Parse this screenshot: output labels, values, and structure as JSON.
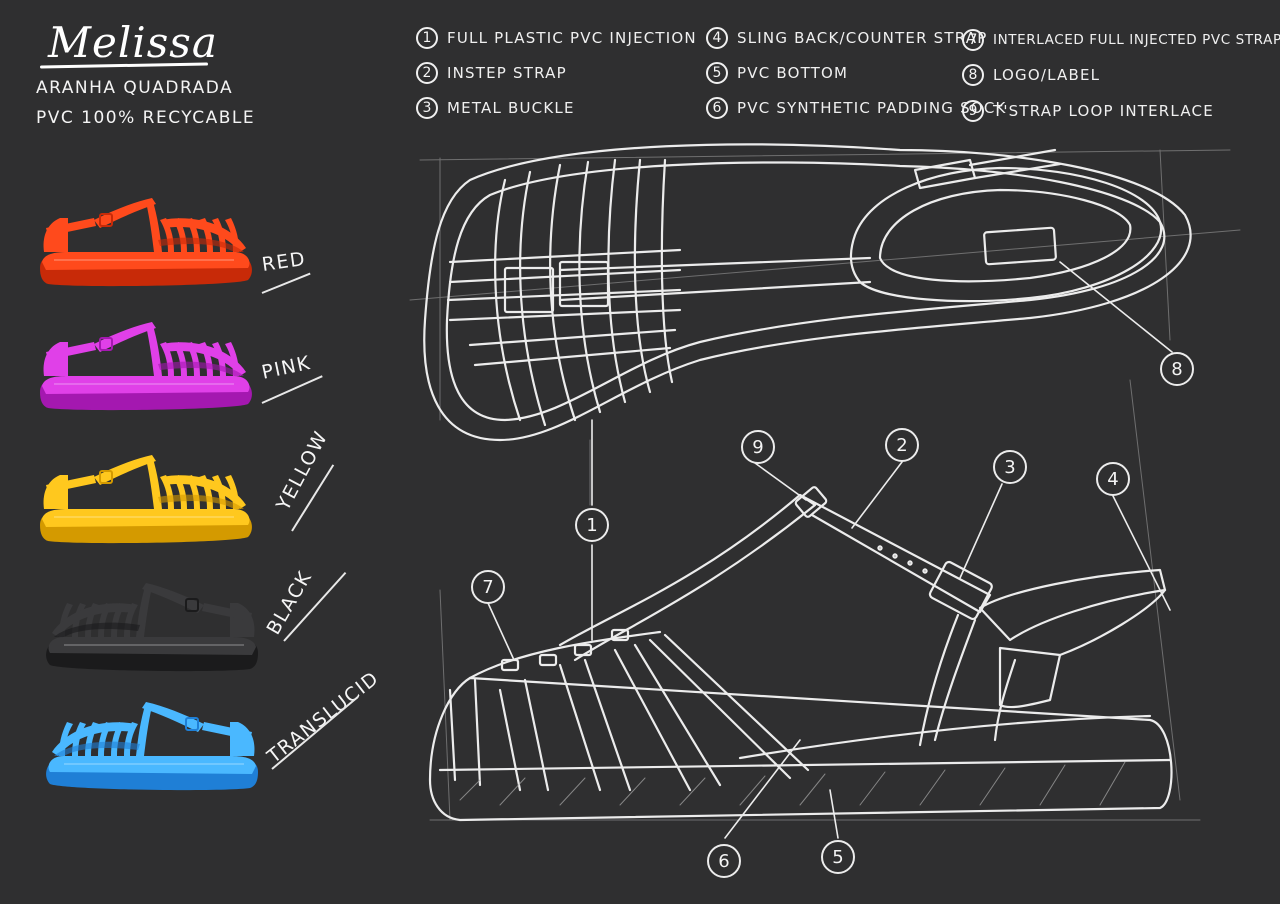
{
  "header": {
    "brand": "Melissa",
    "model": "ARANHA QUADRADA",
    "material": "PVC 100% RECYCABLE"
  },
  "legend": [
    {
      "num": "1",
      "text": "FULL PLASTIC PVC INJECTION"
    },
    {
      "num": "2",
      "text": "INSTEP STRAP"
    },
    {
      "num": "3",
      "text": "METAL BUCKLE"
    },
    {
      "num": "4",
      "text": "SLING BACK/COUNTER STRAP"
    },
    {
      "num": "5",
      "text": "PVC BOTTOM"
    },
    {
      "num": "6",
      "text": "PVC SYNTHETIC PADDING SOCK"
    },
    {
      "num": "7",
      "text": "INTERLACED FULL INJECTED PVC STRAPS"
    },
    {
      "num": "8",
      "text": "LOGO/LABEL"
    },
    {
      "num": "9",
      "text": "T'STRAP LOOP INTERLACE"
    }
  ],
  "colorways": [
    {
      "name": "RED",
      "color": "#ff4a1c",
      "dark": "#c82a08"
    },
    {
      "name": "PINK",
      "color": "#e040e8",
      "dark": "#a418b0"
    },
    {
      "name": "YELLOW",
      "color": "#ffc81e",
      "dark": "#d49a00"
    },
    {
      "name": "BLACK",
      "color": "#3a3a3c",
      "dark": "#1b1b1c"
    },
    {
      "name": "TRANSLUCID",
      "color": "#4ab8ff",
      "dark": "#1f7fd6"
    }
  ],
  "callouts": {
    "c1": "1",
    "c2": "2",
    "c3": "3",
    "c4": "4",
    "c5": "5",
    "c6": "6",
    "c7": "7",
    "c8": "8",
    "c9": "9"
  },
  "colors": {
    "background": "#2f2f30",
    "sketch_line": "#ececec",
    "text": "#f2f2f2"
  }
}
